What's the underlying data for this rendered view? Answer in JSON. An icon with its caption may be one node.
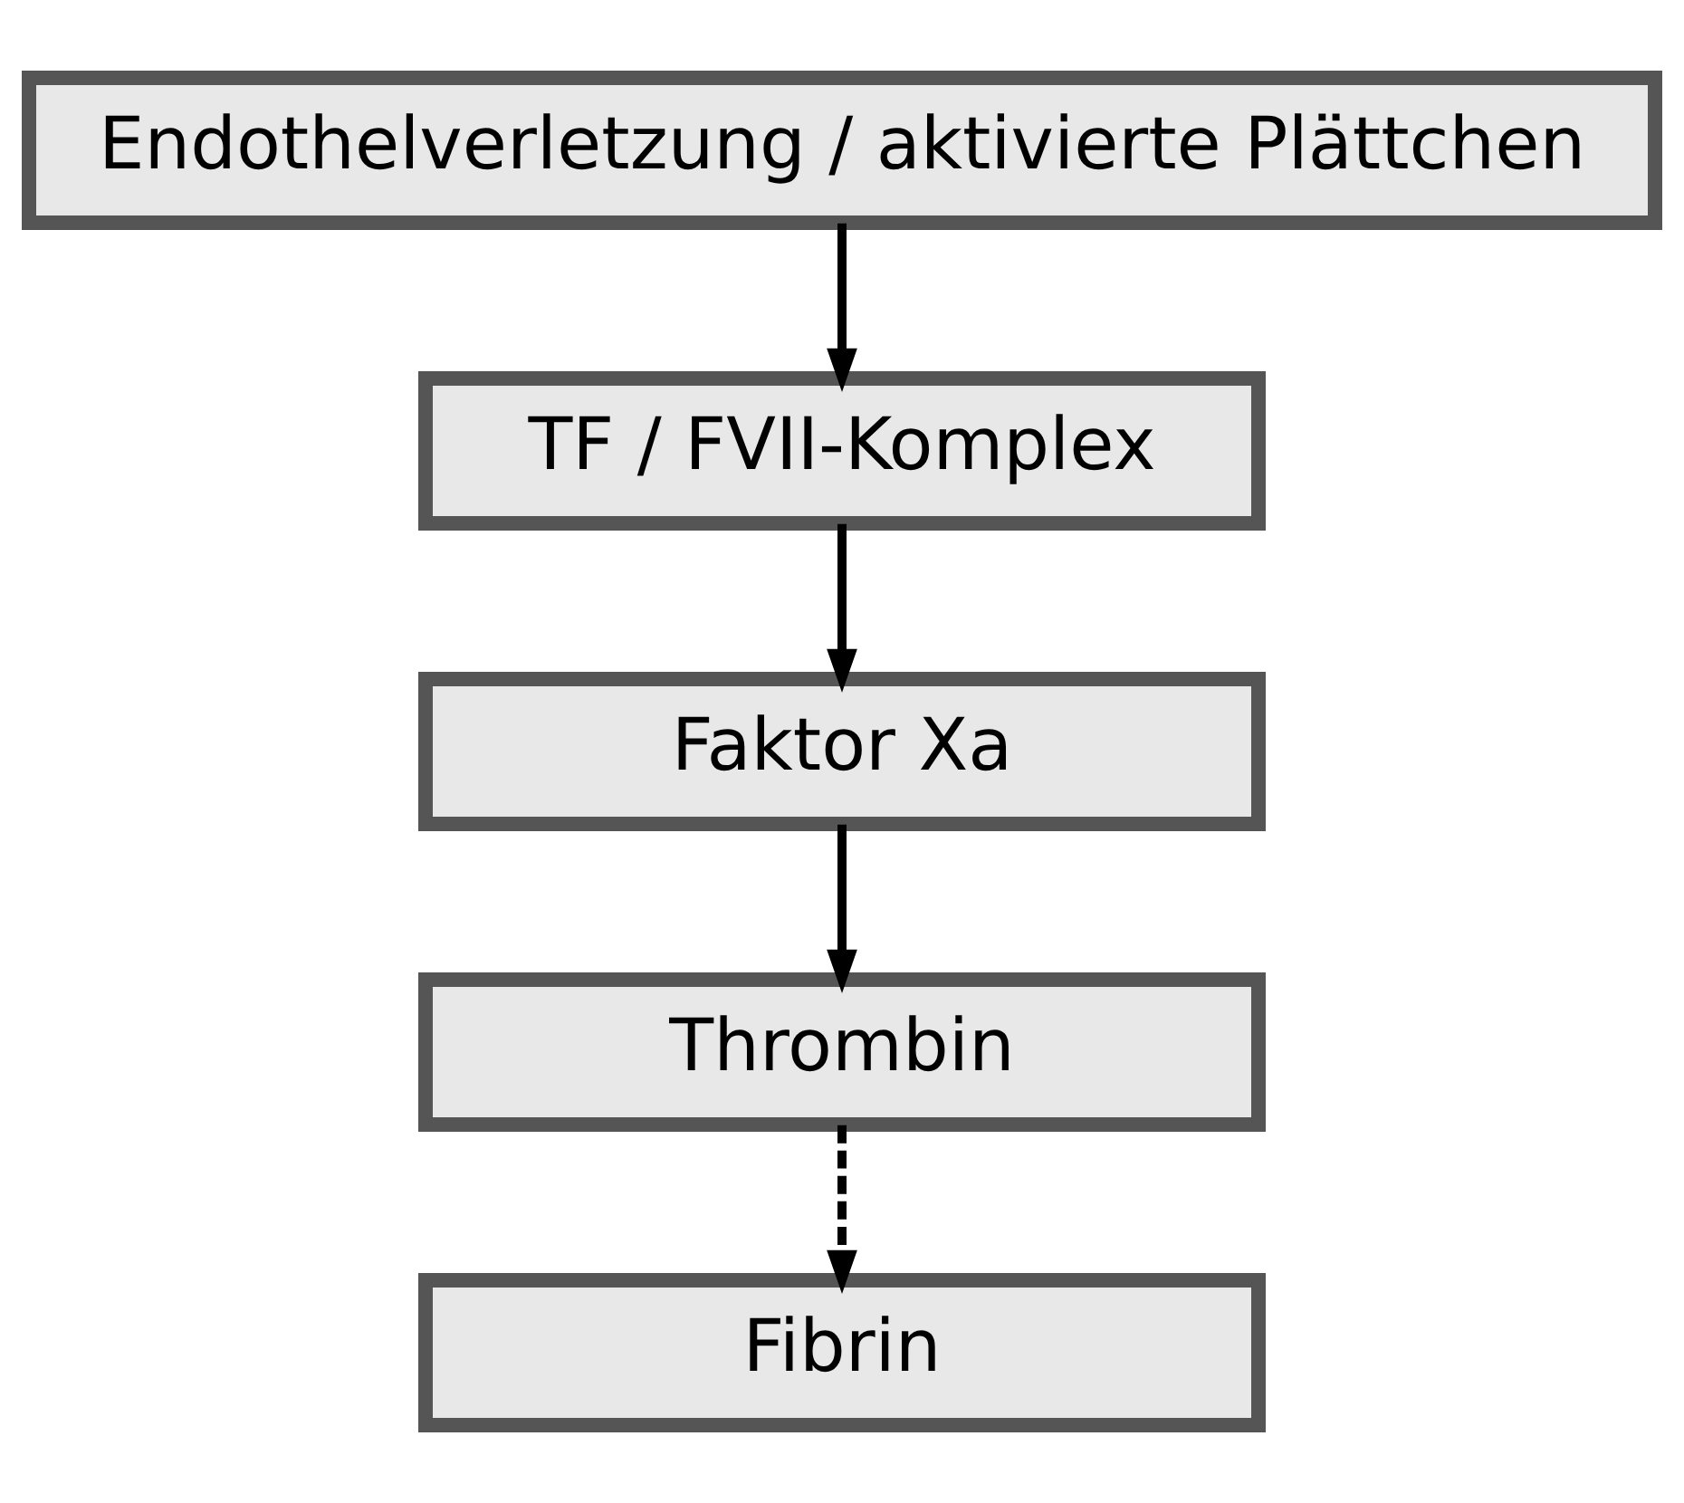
{
  "diagram": {
    "nodes": [
      {
        "text": [
          "Endothelverletzung / aktivierte Plättchen"
        ]
      },
      {
        "text": [
          "TF / FVII-Komplex"
        ]
      },
      {
        "text": [
          "Faktor Xa"
        ]
      },
      {
        "text": [
          "Thrombin"
        ]
      },
      {
        "text": [
          "Fibrin"
        ]
      }
    ],
    "edges": [
      {
        "from": 0,
        "to": 1,
        "arrow": "to"
      },
      {
        "from": 1,
        "to": 2,
        "arrow": "to"
      },
      {
        "from": 2,
        "to": 3,
        "arrow": "to"
      },
      {
        "from": 3,
        "to": 4,
        "arrow": "to",
        "style": "dashed"
      }
    ]
  }
}
